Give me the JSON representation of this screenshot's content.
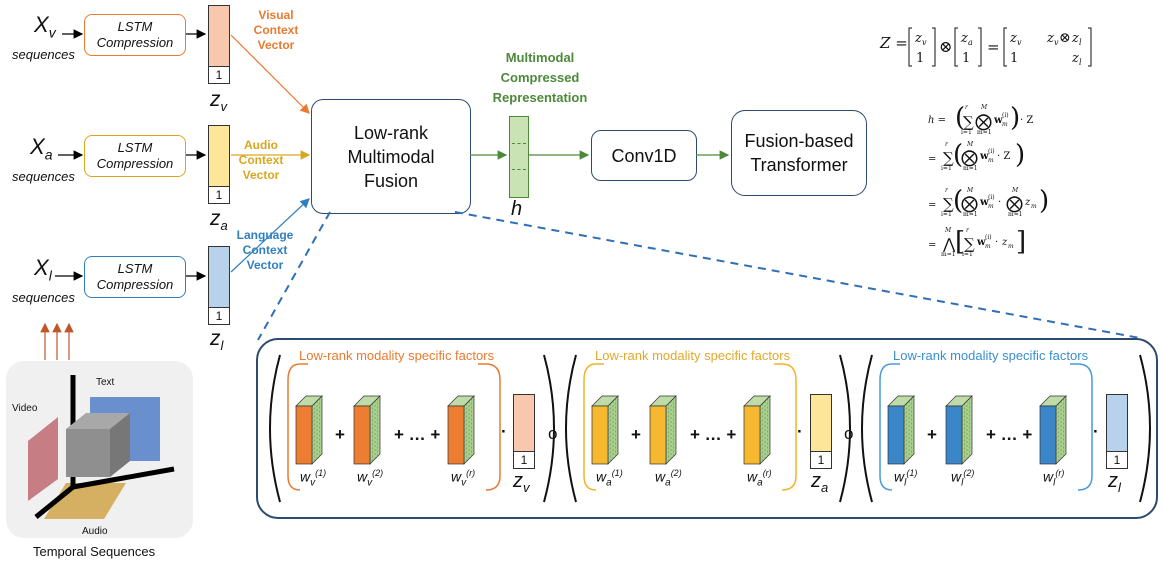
{
  "colors": {
    "visual": "#ea7a2f",
    "visual_fill": "#f8c8ad",
    "audio": "#d9a61f",
    "audio_fill": "#fde59a",
    "language": "#2f7fc0",
    "language_fill": "#b8d2ec",
    "green": "#4c8a3a",
    "green_fill": "#c9e3b5",
    "dark_blue": "#2c4a6e"
  },
  "inputs": {
    "visual": {
      "symbol": "X",
      "sub": "v",
      "sequences": "sequences",
      "lstm": "LSTM\nCompression",
      "context": "Visual\nContext\nVector",
      "z": "z",
      "z_sub": "v",
      "one": "1"
    },
    "audio": {
      "symbol": "X",
      "sub": "a",
      "sequences": "sequences",
      "lstm": "LSTM\nCompression",
      "context": "Audio\nContext\nVector",
      "z": "z",
      "z_sub": "a",
      "one": "1"
    },
    "language": {
      "symbol": "X",
      "sub": "l",
      "sequences": "sequences",
      "lstm": "LSTM\nCompression",
      "context": "Language\nContext\nVector",
      "z": "z",
      "z_sub": "l",
      "one": "1"
    }
  },
  "fusion": {
    "label": "Low-rank\nMultimodal\nFusion"
  },
  "compressed": {
    "title": "Multimodal\nCompressed\nRepresentation",
    "h": "h"
  },
  "conv": {
    "label": "Conv1D"
  },
  "transformer": {
    "label": "Fusion-based\nTransformer"
  },
  "temporal": {
    "video": "Video",
    "text": "Text",
    "audio": "Audio",
    "caption": "Temporal Sequences"
  },
  "factors": {
    "title": "Low-rank modality specific factors",
    "groups": [
      {
        "mod": "v",
        "w1": "w",
        "s1": "(1)",
        "s2": "(2)",
        "sr": "(r)",
        "z": "z",
        "one": "1"
      },
      {
        "mod": "a",
        "w1": "w",
        "s1": "(1)",
        "s2": "(2)",
        "sr": "(r)",
        "z": "z",
        "one": "1"
      },
      {
        "mod": "l",
        "w1": "w",
        "s1": "(1)",
        "s2": "(2)",
        "sr": "(r)",
        "z": "z",
        "one": "1"
      }
    ],
    "plus": "+",
    "ellipsis": "+ … +",
    "dot": "·",
    "compose": "o"
  },
  "equations": {
    "z_lhs": "Z =",
    "z_v": "z",
    "z_a": "z",
    "one": "1",
    "otimes": "⊗",
    "equals": "=",
    "z_result_tr": "z",
    "h_lhs": "h ="
  }
}
